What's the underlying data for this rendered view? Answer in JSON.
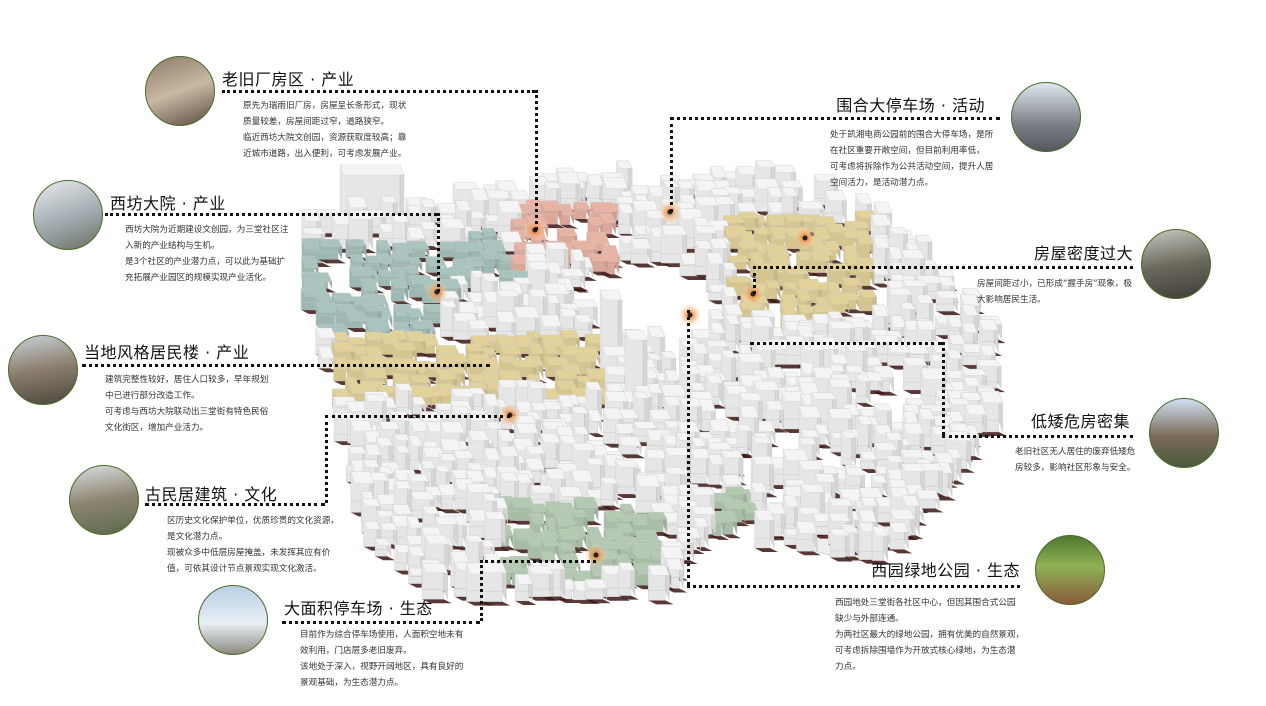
{
  "annotations": [
    {
      "id": "old-factory",
      "title": "老旧厂房区 · 产业",
      "text": [
        "原先为瑞雨旧厂房，房屋呈长条形式，现状",
        "质量较差，房屋间距过窄，道路狭窄。",
        "临近西坊大院文创园，资源获取度较高；靠",
        "近城市道路，出入便利，可考虑发展产业。"
      ]
    },
    {
      "id": "xifang-courtyard",
      "title": "西坊大院 · 产业",
      "text": [
        "西坊大院为近期建设文创园，为三堂社区注",
        "入新的产业结构与生机。",
        "是3个社区的产业潜力点，可以此为基础扩",
        "充拓展产业园区的规模实现产业活化。"
      ]
    },
    {
      "id": "local-style-housing",
      "title": "当地风格居民楼 · 产业",
      "text": [
        "建筑完整性较好，居住人口较多，早年规划",
        "中已进行部分改造工作。",
        "可考虑与西坊大院联动出三堂街有特色民俗",
        "文化街区，增加产业活力。"
      ]
    },
    {
      "id": "ancient-dwellings",
      "title": "古民居建筑 · 文化",
      "text": [
        "区历史文化保护单位，优质珍贵的文化资源，",
        "是文化潜力点。",
        "现被众多中低层房屋掩盖，未发挥其应有价",
        "值，可依其设计节点景观实现文化激活。"
      ]
    },
    {
      "id": "large-parking",
      "title": "大面积停车场 · 生态",
      "text": [
        "目前作为综合停车场使用，人面积空地未有",
        "效利用，门店层多老旧废弃。",
        "该地处于深入，视野开阔地区，具有良好的",
        "景观基础，为生态潜力点。"
      ]
    },
    {
      "id": "enclosed-parking",
      "title": "围合大停车场 · 活动",
      "text": [
        "处于凯湘电商公园前的围合大停车场，是所",
        "在社区重要开敞空间，但目前利用率低，",
        "可考虑将拆除作为公共活动空间，提升人居",
        "空间活力，是活动潜力点。"
      ]
    },
    {
      "id": "housing-density",
      "title": "房屋密度过大",
      "text": [
        "房屋间距过小，已形成“握手房”现象，极",
        "大影响居民生活。"
      ]
    },
    {
      "id": "dilapidated-houses",
      "title": "低矮危房密集",
      "text": [
        "老旧社区无人居住的废弃低矮危",
        "房较多，影响社区形象与安全。"
      ]
    },
    {
      "id": "xiyuan-park",
      "title": "西园绿地公园 · 生态",
      "text": [
        "西园地处三堂街各社区中心，但因其围合式公园",
        "缺少与外部连通。",
        "为两社区最大的绿地公园，拥有优美的自然景观，",
        "可考虑拆除围墙作为开放式核心绿地，为生态潜",
        "力点。"
      ]
    }
  ],
  "colors": {
    "industry_pink": "#e8b3a4",
    "teal": "#a9c3be",
    "yellow": "#e2d29a",
    "green": "#b3c9b2",
    "shadow": "#3b1511",
    "marker": "#f0a060"
  }
}
